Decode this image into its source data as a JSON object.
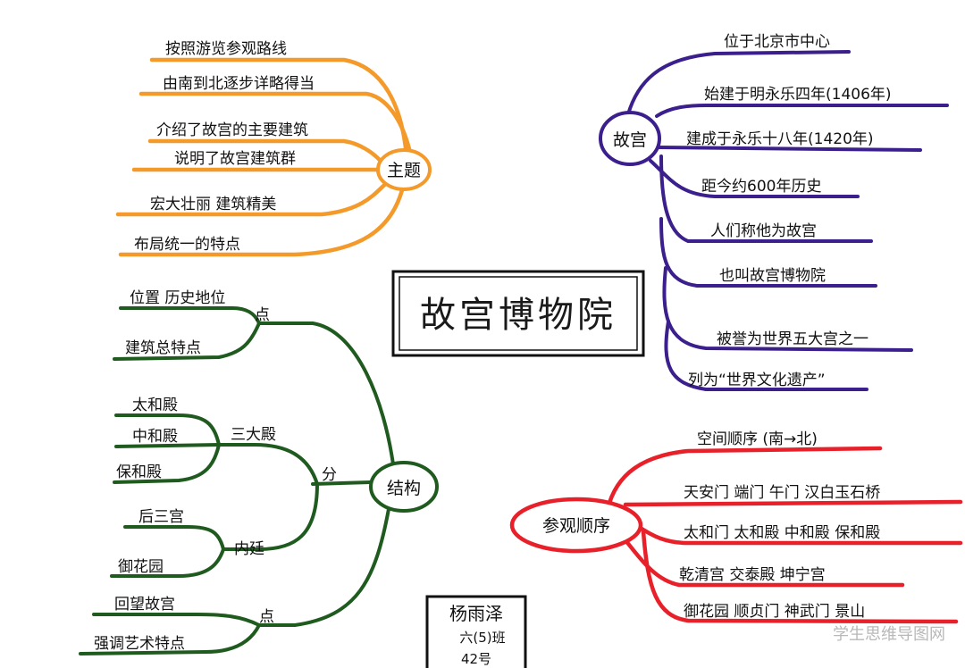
{
  "center_title": "故宫博物院",
  "branches": {
    "theme": {
      "label": "主题",
      "color": "#f39a2b",
      "items": [
        "按照游览参观路线",
        "由南到北逐步详略得当",
        "介绍了故宫的主要建筑",
        "说明了故宫建筑群",
        "宏大壮丽 建筑精美",
        "布局统一的特点"
      ]
    },
    "gugong": {
      "label": "故宫",
      "color": "#3b1f8c",
      "items": [
        "位于北京市中心",
        "始建于明永乐四年(1406年)",
        "建成于永乐十八年(1420年)",
        "距今约600年历史",
        "人们称他为故宫",
        "也叫故宫博物院",
        "被誉为世界五大宫之一",
        "列为“世界文化遗产”"
      ]
    },
    "structure": {
      "label": "结构",
      "color": "#1f5a1f",
      "sub_top": {
        "label": "点",
        "items": [
          "位置 历史地位",
          "建筑总特点"
        ]
      },
      "sub_mid": {
        "label": "分",
        "groups": [
          {
            "label": "三大殿",
            "items": [
              "太和殿",
              "中和殿",
              "保和殿"
            ]
          },
          {
            "label": "内廷",
            "items": [
              "后三宫",
              "御花园"
            ]
          }
        ]
      },
      "sub_bottom": {
        "label": "点",
        "items": [
          "回望故宫",
          "强调艺术特点"
        ]
      }
    },
    "order": {
      "label": "参观顺序",
      "color": "#e8202a",
      "items": [
        "空间顺序 (南→北)",
        "天安门 端门 午门 汉白玉石桥",
        "太和门 太和殿 中和殿 保和殿",
        "乾清宫 交泰殿 坤宁宫",
        "御花园 顺贞门 神武门 景山"
      ]
    }
  },
  "signature": {
    "name": "杨雨泽",
    "class": "六(5)班",
    "number": "42号"
  },
  "watermark": "学生思维导图网"
}
